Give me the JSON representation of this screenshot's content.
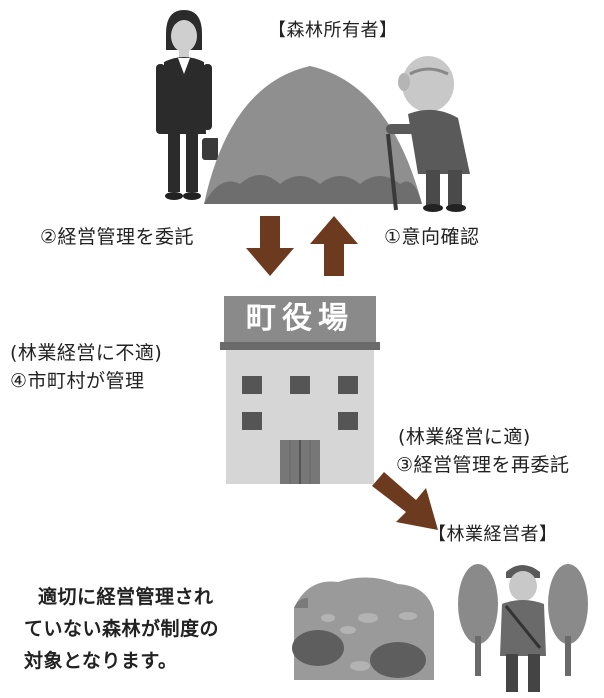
{
  "owner": {
    "label": "【森林所有者】"
  },
  "flows": {
    "delegate": "②経営管理を委託",
    "intent": "①意向確認",
    "unsuitable_cond": "(林業経営に不適)",
    "municipal_manage": "④市町村が管理",
    "suitable_cond": "(林業経営に適)",
    "re_delegate": "③経営管理を再委託"
  },
  "town_hall": {
    "sign": "町役場"
  },
  "forester": {
    "label": "【林業経営者】"
  },
  "note": {
    "line1": "適切に経営管理され",
    "line2": "ていない森林が制度の",
    "line3": "対象となります。"
  },
  "colors": {
    "arrow": "#6b3a1f",
    "illustration": "#8a8a8a"
  }
}
